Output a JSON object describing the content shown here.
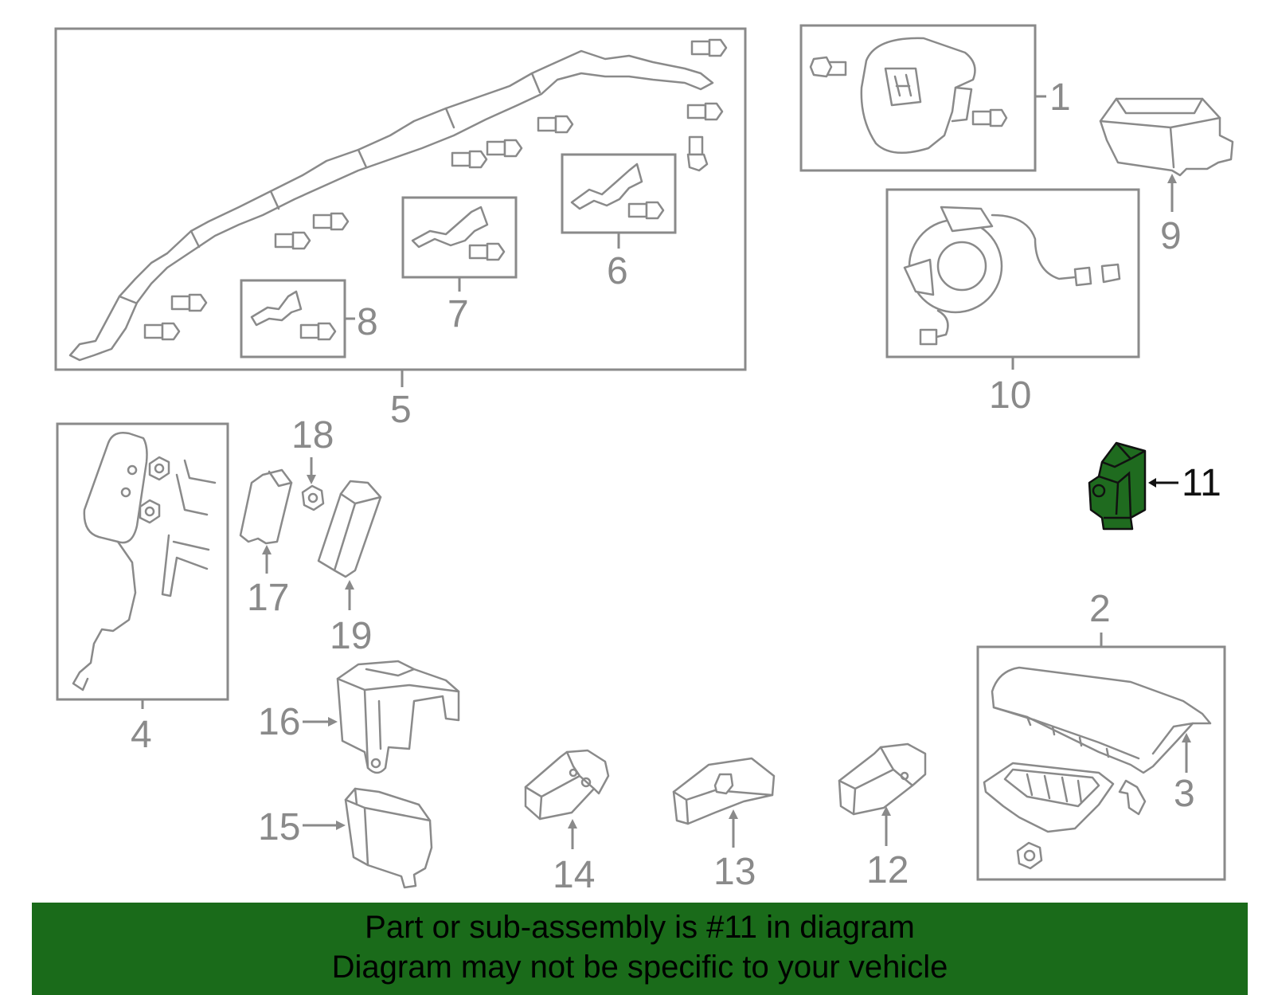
{
  "diagram": {
    "highlight_color": "#1f6b1f",
    "highlighted_part": "11",
    "callouts": {
      "c1": "1",
      "c2": "2",
      "c3": "3",
      "c4": "4",
      "c5": "5",
      "c6": "6",
      "c7": "7",
      "c8": "8",
      "c9": "9",
      "c10": "10",
      "c11": "11",
      "c12": "12",
      "c13": "13",
      "c14": "14",
      "c15": "15",
      "c16": "16",
      "c17": "17",
      "c18": "18",
      "c19": "19"
    }
  },
  "banner": {
    "background": "#1a6b1a",
    "line1": "Part or sub-assembly is #11 in diagram",
    "line2": "Diagram may not be specific to your vehicle"
  }
}
